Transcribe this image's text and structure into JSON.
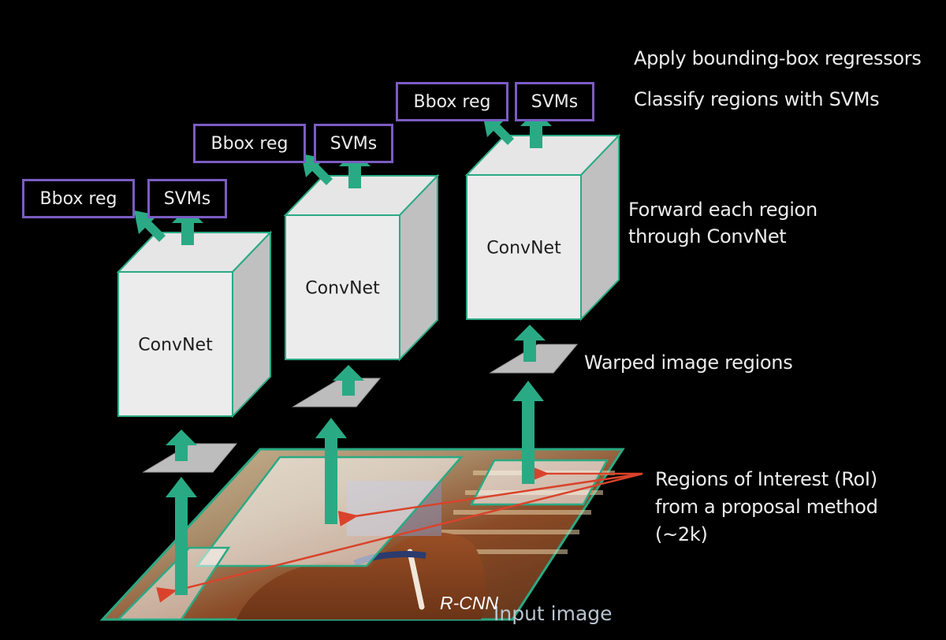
{
  "title": "R-CNN",
  "colors": {
    "background": "#000000",
    "arrow_green": "#2aaa84",
    "box_border": "#7b5cc2",
    "cube_face": "#ececec",
    "cube_side": "#c0c0c0",
    "roi_arrow": "#d9432b",
    "text": "#ececec"
  },
  "steps": {
    "apply_bbox": "Apply bounding-box regressors",
    "classify": "Classify regions with SVMs",
    "forward_line1": "Forward each region",
    "forward_line2": "through  ConvNet",
    "warped": "Warped image regions",
    "roi_line1": "Regions of Interest (RoI)",
    "roi_line2": "from a proposal method",
    "roi_line3": "(~2k)"
  },
  "columns": [
    {
      "bbox_label": "Bbox reg",
      "svm_label": "SVMs",
      "net_label": "ConvNet"
    },
    {
      "bbox_label": "Bbox reg",
      "svm_label": "SVMs",
      "net_label": "ConvNet"
    },
    {
      "bbox_label": "Bbox reg",
      "svm_label": "SVMs",
      "net_label": "ConvNet"
    }
  ],
  "input_label": "Input image",
  "caption": "R-CNN"
}
